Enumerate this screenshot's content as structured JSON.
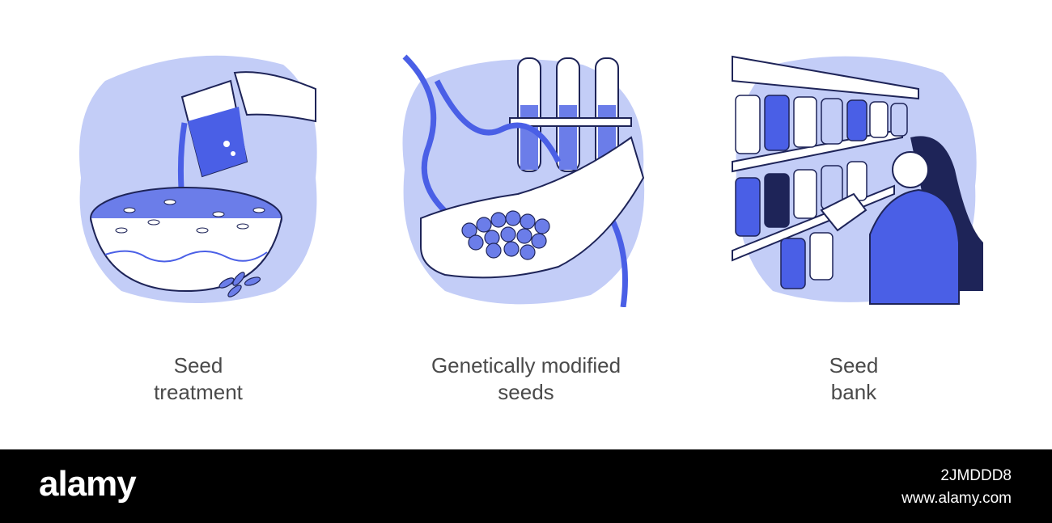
{
  "panels": [
    {
      "id": "seed-treatment",
      "caption_lines": [
        "Seed",
        "treatment"
      ]
    },
    {
      "id": "genetically-modified-seeds",
      "caption_lines": [
        "Genetically modified",
        "seeds"
      ]
    },
    {
      "id": "seed-bank",
      "caption_lines": [
        "Seed",
        "bank"
      ]
    }
  ],
  "footer": {
    "brand": "alamy",
    "image_id": "2JMDDD8",
    "site": "www.alamy.com"
  },
  "colors": {
    "accent": "#4a5fe6",
    "light_blue": "#c3cdf7",
    "outline": "#1e2458",
    "footer_bg": "#000000"
  }
}
